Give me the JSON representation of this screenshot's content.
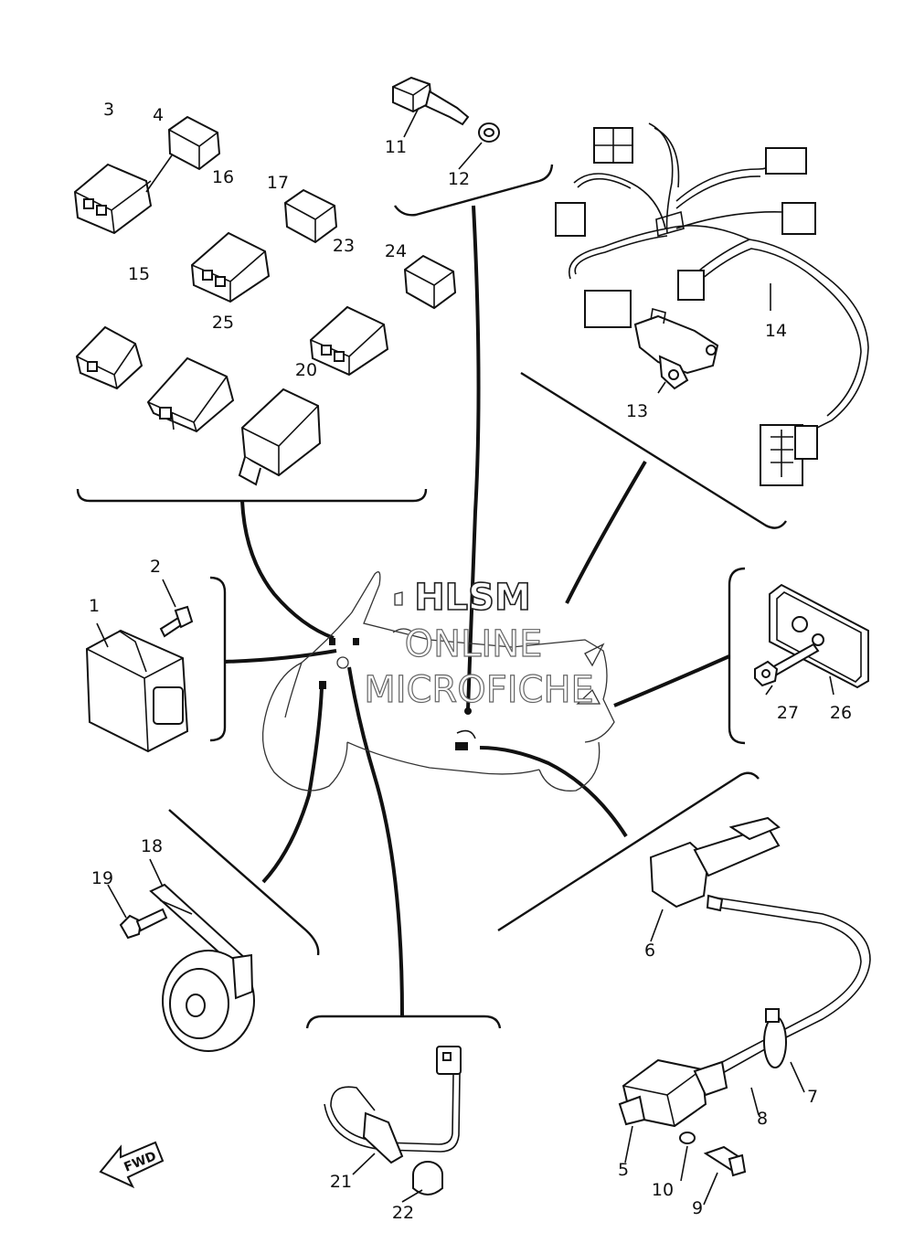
{
  "watermark": {
    "line1": "HLSM",
    "line2": "ONLINE",
    "line3": "MICROFICHE"
  },
  "fwd_label": "FWD",
  "parts": [
    {
      "id": "p1",
      "label": "1"
    },
    {
      "id": "p2",
      "label": "2"
    },
    {
      "id": "p3",
      "label": "3"
    },
    {
      "id": "p4",
      "label": "4"
    },
    {
      "id": "p5",
      "label": "5"
    },
    {
      "id": "p6",
      "label": "6"
    },
    {
      "id": "p7",
      "label": "7"
    },
    {
      "id": "p8",
      "label": "8"
    },
    {
      "id": "p9",
      "label": "9"
    },
    {
      "id": "p10",
      "label": "10"
    },
    {
      "id": "p11",
      "label": "11"
    },
    {
      "id": "p12",
      "label": "12"
    },
    {
      "id": "p13",
      "label": "13"
    },
    {
      "id": "p14",
      "label": "14"
    },
    {
      "id": "p15",
      "label": "15"
    },
    {
      "id": "p16",
      "label": "16"
    },
    {
      "id": "p17",
      "label": "17"
    },
    {
      "id": "p18",
      "label": "18"
    },
    {
      "id": "p19",
      "label": "19"
    },
    {
      "id": "p20",
      "label": "20"
    },
    {
      "id": "p21",
      "label": "21"
    },
    {
      "id": "p22",
      "label": "22"
    },
    {
      "id": "p23",
      "label": "23"
    },
    {
      "id": "p24",
      "label": "24"
    },
    {
      "id": "p25",
      "label": "25"
    },
    {
      "id": "p26",
      "label": "26"
    },
    {
      "id": "p27",
      "label": "27"
    }
  ]
}
